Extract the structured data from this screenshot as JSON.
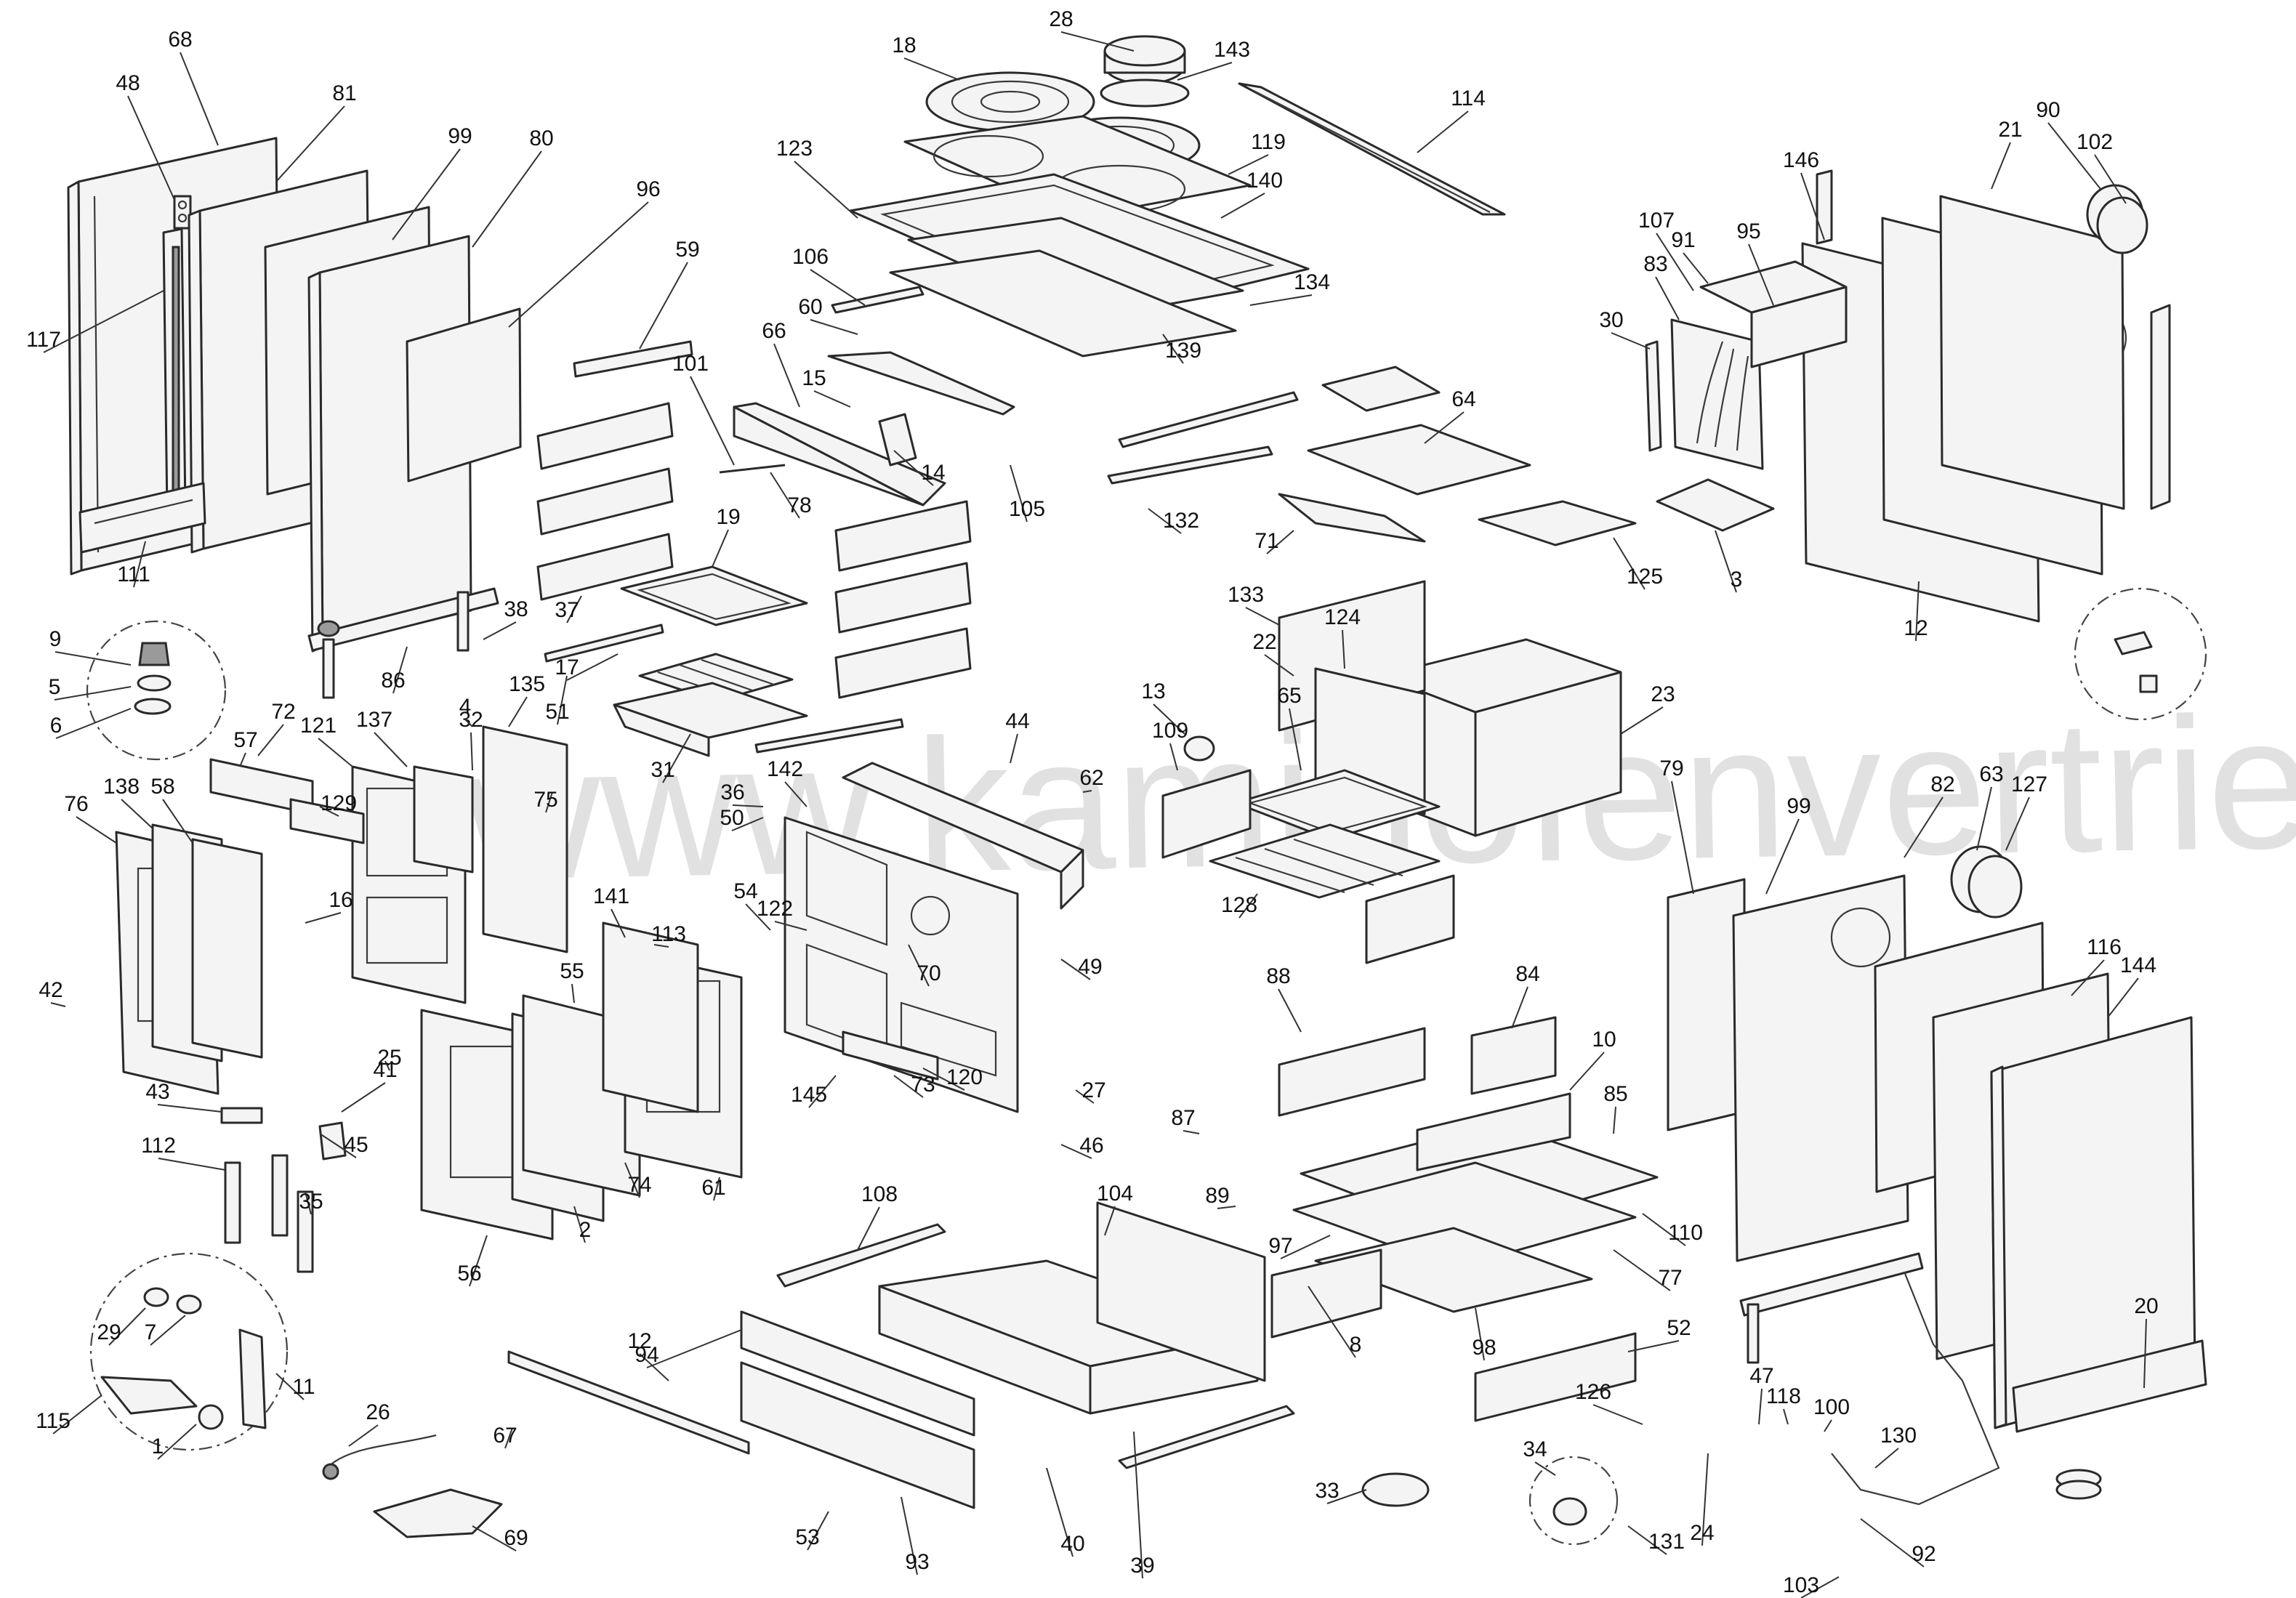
{
  "watermark": "www.kaminofenvertrieb.de",
  "callouts": [
    "68",
    "48",
    "81",
    "99",
    "80",
    "96",
    "117",
    "111",
    "59",
    "101",
    "66",
    "15",
    "78",
    "14",
    "105",
    "106",
    "60",
    "123",
    "18",
    "28",
    "143",
    "114",
    "119",
    "140",
    "134",
    "139",
    "132",
    "19",
    "37",
    "17",
    "51",
    "31",
    "9",
    "5",
    "6",
    "86",
    "38",
    "72",
    "57",
    "121",
    "137",
    "32",
    "4",
    "135",
    "75",
    "36",
    "50",
    "142",
    "122",
    "70",
    "44",
    "62",
    "49",
    "27",
    "46",
    "54",
    "145",
    "120",
    "73",
    "141",
    "113",
    "61",
    "74",
    "2",
    "55",
    "56",
    "76",
    "138",
    "58",
    "129",
    "16",
    "42",
    "43",
    "112",
    "41",
    "45",
    "35",
    "29",
    "7",
    "115",
    "1",
    "11",
    "25",
    "26",
    "69",
    "67",
    "12",
    "94",
    "108",
    "104",
    "93",
    "40",
    "39",
    "53",
    "33",
    "13",
    "109",
    "128",
    "133",
    "22",
    "124",
    "65",
    "23",
    "64",
    "71",
    "125",
    "87",
    "89",
    "88",
    "84",
    "10",
    "85",
    "110",
    "77",
    "8",
    "98",
    "97",
    "52",
    "126",
    "24",
    "34",
    "131",
    "47",
    "118",
    "100",
    "130",
    "92",
    "103",
    "79",
    "99",
    "82",
    "116",
    "144",
    "20",
    "63",
    "127",
    "30",
    "83",
    "107",
    "91",
    "95",
    "146",
    "21",
    "90",
    "102",
    "3",
    "12"
  ]
}
